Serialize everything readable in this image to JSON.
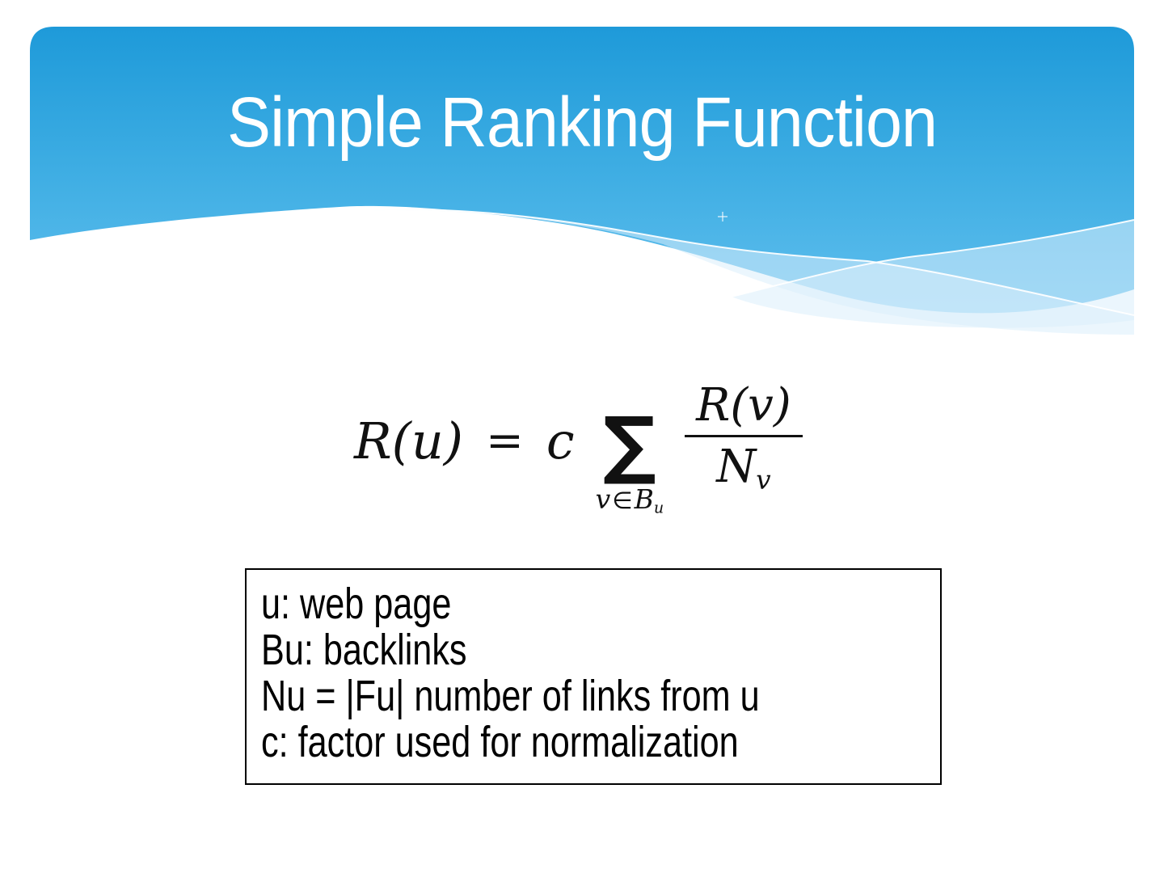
{
  "slide": {
    "title": "Simple Ranking Function",
    "formula": {
      "lhs": "R(u)",
      "eq": "=",
      "coef": "c",
      "sigma": "∑",
      "sub_var": "v",
      "sub_in": "∈",
      "sub_set": "B",
      "sub_set_sub": "u",
      "numerator": "R(v)",
      "den_base": "N",
      "den_sub": "v"
    },
    "definitions": [
      "u: web page",
      "Bu: backlinks",
      "Nu = |Fu| number of links from u",
      "c: factor used for normalization"
    ],
    "colors": {
      "header_top": "#1e9ad9",
      "header_bottom": "#60bfee",
      "wave_band": "#dbeefb",
      "title_text": "#ffffff",
      "body_text": "#000000"
    }
  }
}
